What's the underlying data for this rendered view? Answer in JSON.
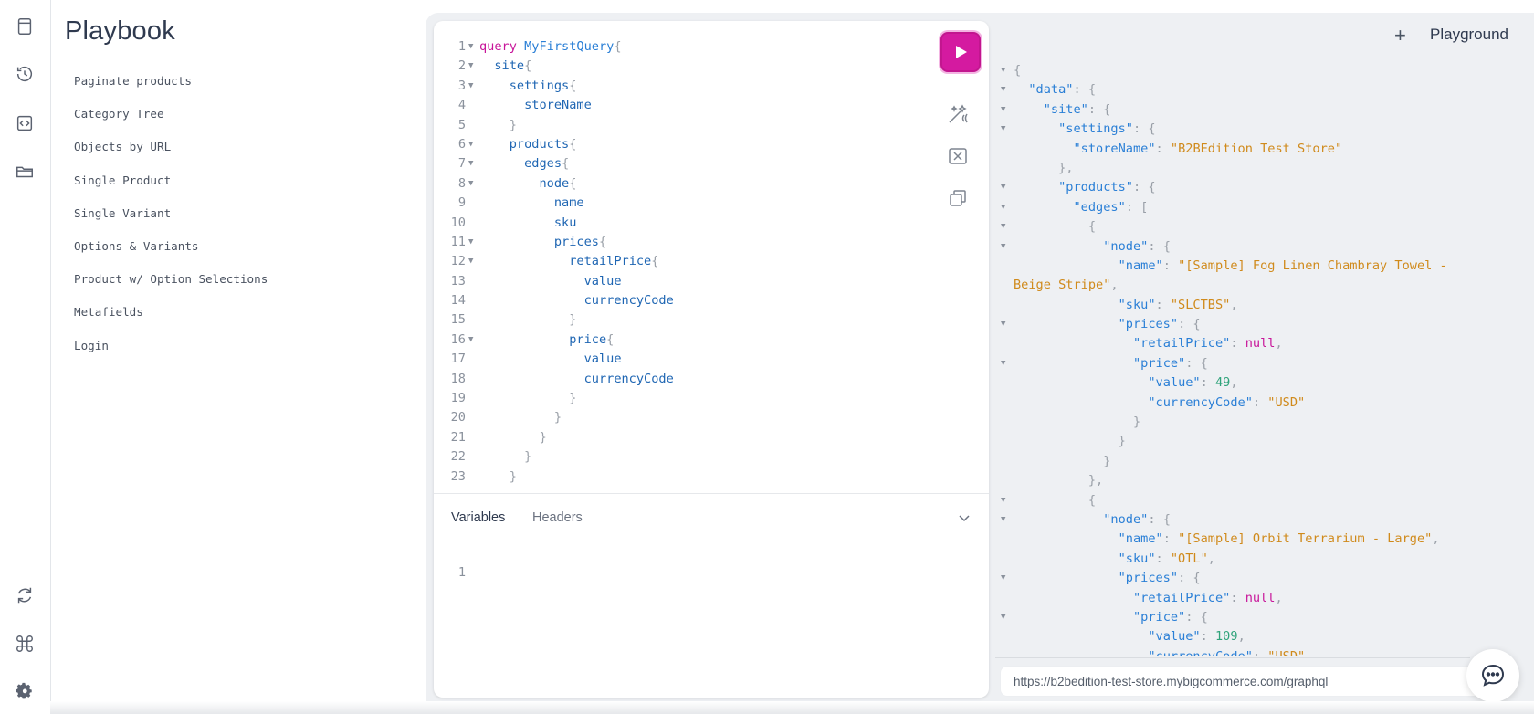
{
  "sidebar": {
    "title": "Playbook",
    "items": [
      {
        "label": "Paginate products"
      },
      {
        "label": "Category Tree"
      },
      {
        "label": "Objects by URL"
      },
      {
        "label": "Single Product"
      },
      {
        "label": "Single Variant"
      },
      {
        "label": "Options & Variants"
      },
      {
        "label": "Product w/ Option Selections"
      },
      {
        "label": "Metafields"
      },
      {
        "label": "Login"
      }
    ]
  },
  "rail": {
    "top_icons": [
      "documents-icon",
      "history-icon",
      "query-file-icon",
      "folder-icon"
    ],
    "bottom_icons": [
      "refresh-icon",
      "command-icon",
      "settings-icon"
    ]
  },
  "editor": {
    "lines": [
      {
        "n": "1",
        "fold": true,
        "tokens": [
          [
            "kw",
            "query"
          ],
          [
            "t",
            " "
          ],
          [
            "def",
            "MyFirstQuery"
          ],
          [
            "pn",
            "{"
          ]
        ]
      },
      {
        "n": "2",
        "fold": true,
        "tokens": [
          [
            "t",
            "  "
          ],
          [
            "fld",
            "site"
          ],
          [
            "pn",
            "{"
          ]
        ]
      },
      {
        "n": "3",
        "fold": true,
        "tokens": [
          [
            "t",
            "    "
          ],
          [
            "fld",
            "settings"
          ],
          [
            "pn",
            "{"
          ]
        ]
      },
      {
        "n": "4",
        "fold": false,
        "tokens": [
          [
            "t",
            "      "
          ],
          [
            "fld",
            "storeName"
          ]
        ]
      },
      {
        "n": "5",
        "fold": false,
        "tokens": [
          [
            "t",
            "    "
          ],
          [
            "pn",
            "}"
          ]
        ]
      },
      {
        "n": "6",
        "fold": true,
        "tokens": [
          [
            "t",
            "    "
          ],
          [
            "fld",
            "products"
          ],
          [
            "pn",
            "{"
          ]
        ]
      },
      {
        "n": "7",
        "fold": true,
        "tokens": [
          [
            "t",
            "      "
          ],
          [
            "fld",
            "edges"
          ],
          [
            "pn",
            "{"
          ]
        ]
      },
      {
        "n": "8",
        "fold": true,
        "tokens": [
          [
            "t",
            "        "
          ],
          [
            "fld",
            "node"
          ],
          [
            "pn",
            "{"
          ]
        ]
      },
      {
        "n": "9",
        "fold": false,
        "tokens": [
          [
            "t",
            "          "
          ],
          [
            "fld",
            "name"
          ]
        ]
      },
      {
        "n": "10",
        "fold": false,
        "tokens": [
          [
            "t",
            "          "
          ],
          [
            "fld",
            "sku"
          ]
        ]
      },
      {
        "n": "11",
        "fold": true,
        "tokens": [
          [
            "t",
            "          "
          ],
          [
            "fld",
            "prices"
          ],
          [
            "pn",
            "{"
          ]
        ]
      },
      {
        "n": "12",
        "fold": true,
        "tokens": [
          [
            "t",
            "            "
          ],
          [
            "fld",
            "retailPrice"
          ],
          [
            "pn",
            "{"
          ]
        ]
      },
      {
        "n": "13",
        "fold": false,
        "tokens": [
          [
            "t",
            "              "
          ],
          [
            "fld",
            "value"
          ]
        ]
      },
      {
        "n": "14",
        "fold": false,
        "tokens": [
          [
            "t",
            "              "
          ],
          [
            "fld",
            "currencyCode"
          ]
        ]
      },
      {
        "n": "15",
        "fold": false,
        "tokens": [
          [
            "t",
            "            "
          ],
          [
            "pn",
            "}"
          ]
        ]
      },
      {
        "n": "16",
        "fold": true,
        "tokens": [
          [
            "t",
            "            "
          ],
          [
            "fld",
            "price"
          ],
          [
            "pn",
            "{"
          ]
        ]
      },
      {
        "n": "17",
        "fold": false,
        "tokens": [
          [
            "t",
            "              "
          ],
          [
            "fld",
            "value"
          ]
        ]
      },
      {
        "n": "18",
        "fold": false,
        "tokens": [
          [
            "t",
            "              "
          ],
          [
            "fld",
            "currencyCode"
          ]
        ]
      },
      {
        "n": "19",
        "fold": false,
        "tokens": [
          [
            "t",
            "            "
          ],
          [
            "pn",
            "}"
          ]
        ]
      },
      {
        "n": "20",
        "fold": false,
        "tokens": [
          [
            "t",
            "          "
          ],
          [
            "pn",
            "}"
          ]
        ]
      },
      {
        "n": "21",
        "fold": false,
        "tokens": [
          [
            "t",
            "        "
          ],
          [
            "pn",
            "}"
          ]
        ]
      },
      {
        "n": "22",
        "fold": false,
        "tokens": [
          [
            "t",
            "      "
          ],
          [
            "pn",
            "}"
          ]
        ]
      },
      {
        "n": "23",
        "fold": false,
        "tokens": [
          [
            "t",
            "    "
          ],
          [
            "pn",
            "}"
          ]
        ]
      }
    ]
  },
  "editor_tools": [
    "run-icon",
    "prettify-icon",
    "merge-fragments-icon",
    "copy-icon"
  ],
  "bottom_tabs": {
    "variables": "Variables",
    "headers": "Headers"
  },
  "variables_editor": {
    "line_number": "1"
  },
  "header": {
    "plus": "+",
    "title": "Playground"
  },
  "result": {
    "lines": [
      {
        "fold": true,
        "tokens": [
          [
            "rp",
            "{"
          ]
        ]
      },
      {
        "fold": true,
        "tokens": [
          [
            "t",
            "  "
          ],
          [
            "rk",
            "\"data\""
          ],
          [
            "rp",
            ": {"
          ]
        ]
      },
      {
        "fold": true,
        "tokens": [
          [
            "t",
            "    "
          ],
          [
            "rk",
            "\"site\""
          ],
          [
            "rp",
            ": {"
          ]
        ]
      },
      {
        "fold": true,
        "tokens": [
          [
            "t",
            "      "
          ],
          [
            "rk",
            "\"settings\""
          ],
          [
            "rp",
            ": {"
          ]
        ]
      },
      {
        "fold": false,
        "tokens": [
          [
            "t",
            "        "
          ],
          [
            "rk",
            "\"storeName\""
          ],
          [
            "rp",
            ": "
          ],
          [
            "rs",
            "\"B2BEdition Test Store\""
          ]
        ]
      },
      {
        "fold": false,
        "tokens": [
          [
            "t",
            "      "
          ],
          [
            "rp",
            "},"
          ]
        ]
      },
      {
        "fold": true,
        "tokens": [
          [
            "t",
            "      "
          ],
          [
            "rk",
            "\"products\""
          ],
          [
            "rp",
            ": {"
          ]
        ]
      },
      {
        "fold": true,
        "tokens": [
          [
            "t",
            "        "
          ],
          [
            "rk",
            "\"edges\""
          ],
          [
            "rp",
            ": ["
          ]
        ]
      },
      {
        "fold": true,
        "tokens": [
          [
            "t",
            "          "
          ],
          [
            "rp",
            "{"
          ]
        ]
      },
      {
        "fold": true,
        "tokens": [
          [
            "t",
            "            "
          ],
          [
            "rk",
            "\"node\""
          ],
          [
            "rp",
            ": {"
          ]
        ]
      },
      {
        "fold": false,
        "tokens": [
          [
            "t",
            "              "
          ],
          [
            "rk",
            "\"name\""
          ],
          [
            "rp",
            ": "
          ],
          [
            "rs",
            "\"[Sample] Fog Linen Chambray Towel -"
          ]
        ]
      },
      {
        "fold": false,
        "tokens": [
          [
            "rs",
            "Beige Stripe\""
          ],
          [
            "rp",
            ","
          ]
        ]
      },
      {
        "fold": false,
        "tokens": [
          [
            "t",
            "              "
          ],
          [
            "rk",
            "\"sku\""
          ],
          [
            "rp",
            ": "
          ],
          [
            "rs",
            "\"SLCTBS\""
          ],
          [
            "rp",
            ","
          ]
        ]
      },
      {
        "fold": true,
        "tokens": [
          [
            "t",
            "              "
          ],
          [
            "rk",
            "\"prices\""
          ],
          [
            "rp",
            ": {"
          ]
        ]
      },
      {
        "fold": false,
        "tokens": [
          [
            "t",
            "                "
          ],
          [
            "rk",
            "\"retailPrice\""
          ],
          [
            "rp",
            ": "
          ],
          [
            "rnull",
            "null"
          ],
          [
            "rp",
            ","
          ]
        ]
      },
      {
        "fold": true,
        "tokens": [
          [
            "t",
            "                "
          ],
          [
            "rk",
            "\"price\""
          ],
          [
            "rp",
            ": {"
          ]
        ]
      },
      {
        "fold": false,
        "tokens": [
          [
            "t",
            "                  "
          ],
          [
            "rk",
            "\"value\""
          ],
          [
            "rp",
            ": "
          ],
          [
            "rn",
            "49"
          ],
          [
            "rp",
            ","
          ]
        ]
      },
      {
        "fold": false,
        "tokens": [
          [
            "t",
            "                  "
          ],
          [
            "rk",
            "\"currencyCode\""
          ],
          [
            "rp",
            ": "
          ],
          [
            "rs",
            "\"USD\""
          ]
        ]
      },
      {
        "fold": false,
        "tokens": [
          [
            "t",
            "                "
          ],
          [
            "rp",
            "}"
          ]
        ]
      },
      {
        "fold": false,
        "tokens": [
          [
            "t",
            "              "
          ],
          [
            "rp",
            "}"
          ]
        ]
      },
      {
        "fold": false,
        "tokens": [
          [
            "t",
            "            "
          ],
          [
            "rp",
            "}"
          ]
        ]
      },
      {
        "fold": false,
        "tokens": [
          [
            "t",
            "          "
          ],
          [
            "rp",
            "},"
          ]
        ]
      },
      {
        "fold": true,
        "tokens": [
          [
            "t",
            "          "
          ],
          [
            "rp",
            "{"
          ]
        ]
      },
      {
        "fold": true,
        "tokens": [
          [
            "t",
            "            "
          ],
          [
            "rk",
            "\"node\""
          ],
          [
            "rp",
            ": {"
          ]
        ]
      },
      {
        "fold": false,
        "tokens": [
          [
            "t",
            "              "
          ],
          [
            "rk",
            "\"name\""
          ],
          [
            "rp",
            ": "
          ],
          [
            "rs",
            "\"[Sample] Orbit Terrarium - Large\""
          ],
          [
            "rp",
            ","
          ]
        ]
      },
      {
        "fold": false,
        "tokens": [
          [
            "t",
            "              "
          ],
          [
            "rk",
            "\"sku\""
          ],
          [
            "rp",
            ": "
          ],
          [
            "rs",
            "\"OTL\""
          ],
          [
            "rp",
            ","
          ]
        ]
      },
      {
        "fold": true,
        "tokens": [
          [
            "t",
            "              "
          ],
          [
            "rk",
            "\"prices\""
          ],
          [
            "rp",
            ": {"
          ]
        ]
      },
      {
        "fold": false,
        "tokens": [
          [
            "t",
            "                "
          ],
          [
            "rk",
            "\"retailPrice\""
          ],
          [
            "rp",
            ": "
          ],
          [
            "rnull",
            "null"
          ],
          [
            "rp",
            ","
          ]
        ]
      },
      {
        "fold": true,
        "tokens": [
          [
            "t",
            "                "
          ],
          [
            "rk",
            "\"price\""
          ],
          [
            "rp",
            ": {"
          ]
        ]
      },
      {
        "fold": false,
        "tokens": [
          [
            "t",
            "                  "
          ],
          [
            "rk",
            "\"value\""
          ],
          [
            "rp",
            ": "
          ],
          [
            "rn",
            "109"
          ],
          [
            "rp",
            ","
          ]
        ]
      },
      {
        "fold": false,
        "tokens": [
          [
            "t",
            "                  "
          ],
          [
            "rk",
            "\"currencyCode\""
          ],
          [
            "rp",
            ": "
          ],
          [
            "rs",
            "\"USD\""
          ]
        ]
      }
    ]
  },
  "endpoint": {
    "url": "https://b2bedition-test-store.mybigcommerce.com/graphql"
  },
  "chat": {
    "icon": "chat-icon"
  },
  "colors": {
    "accent": "#d41aa0",
    "keyword": "#c8169a",
    "field": "#1f66b3",
    "string": "#d08a1b",
    "number": "#2fa37a"
  }
}
